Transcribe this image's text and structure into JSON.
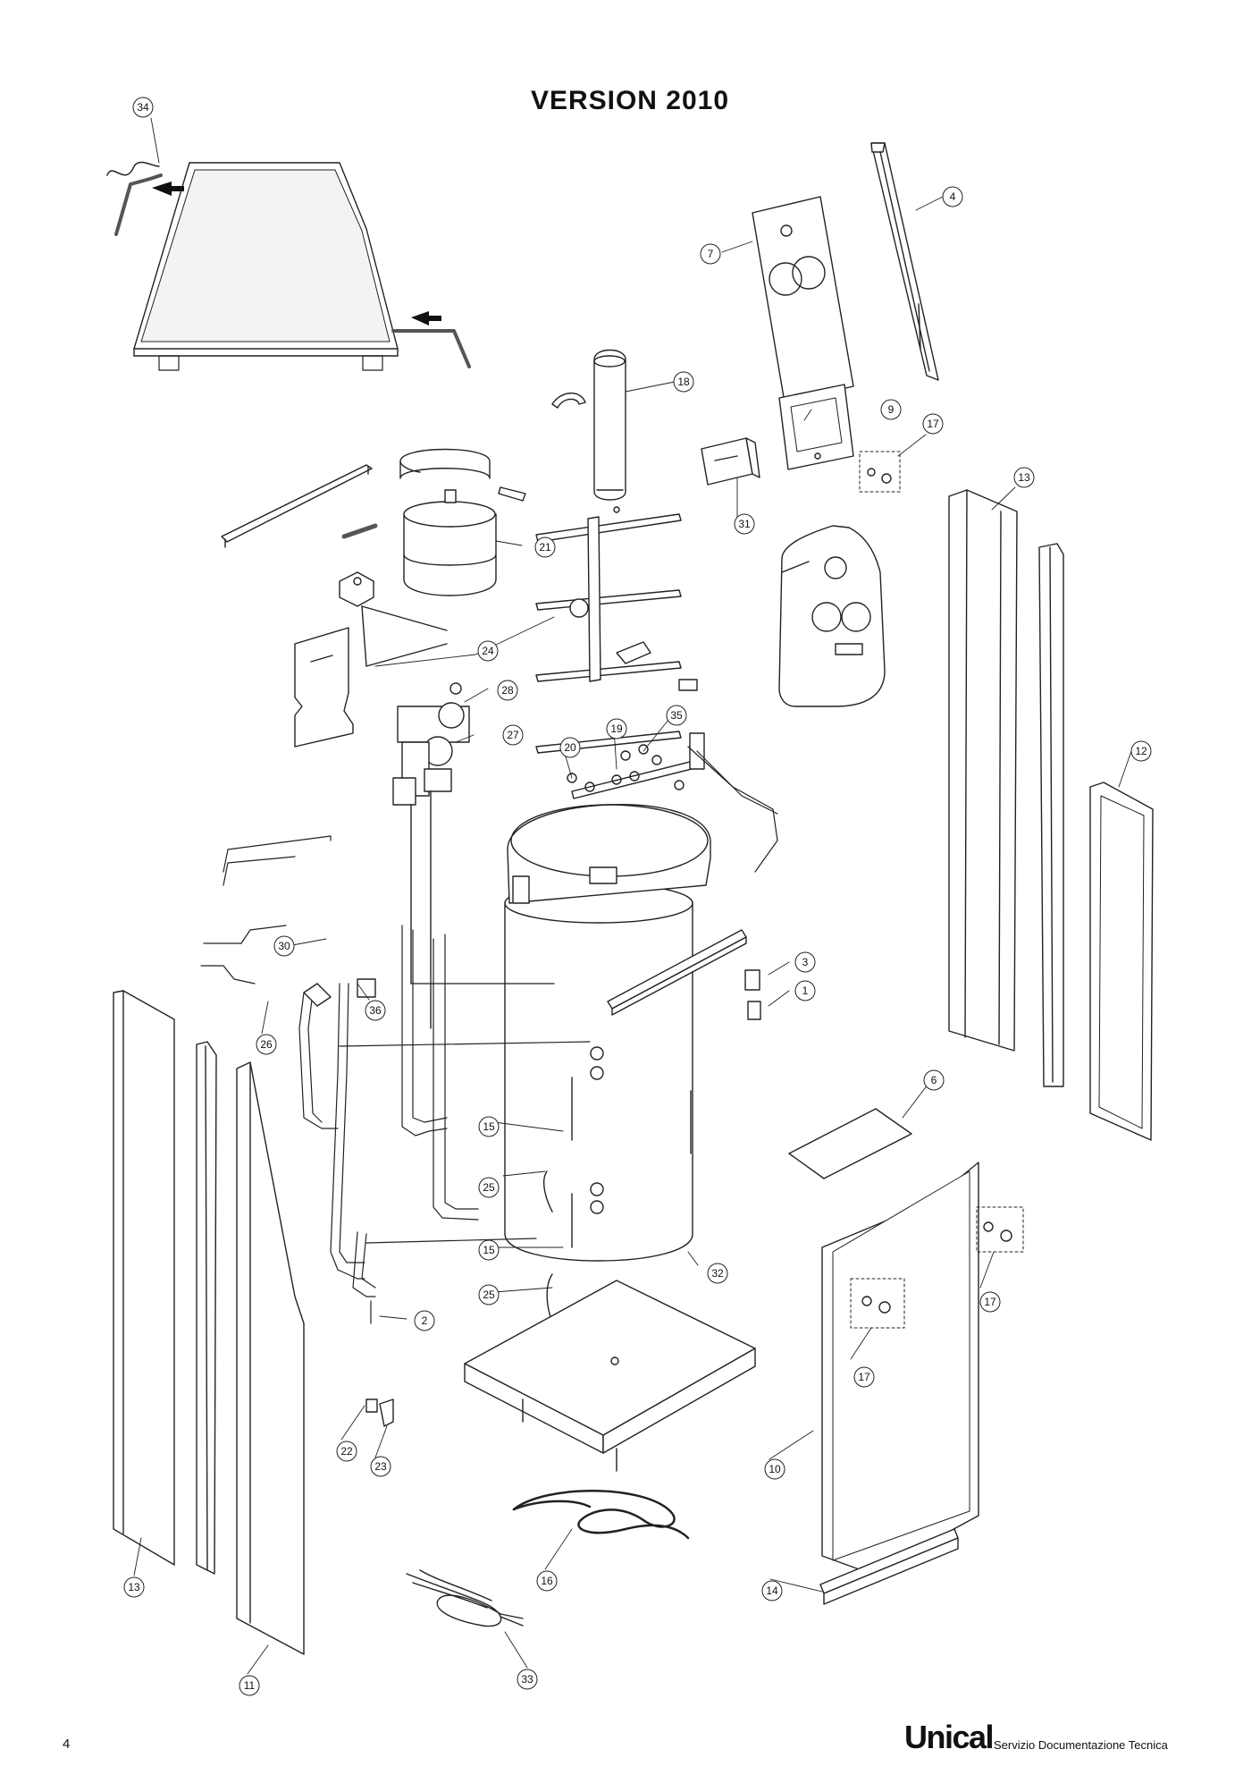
{
  "document": {
    "title": "VERSION  2010",
    "page_number": "4",
    "brand": "Unical",
    "brand_subtitle": "Servizio Documentazione Tecnica"
  },
  "callouts": [
    {
      "id": "c34",
      "label": "34"
    },
    {
      "id": "c4",
      "label": "4"
    },
    {
      "id": "c7",
      "label": "7"
    },
    {
      "id": "c18",
      "label": "18"
    },
    {
      "id": "c9",
      "label": "9"
    },
    {
      "id": "c17a",
      "label": "17"
    },
    {
      "id": "c13a",
      "label": "13"
    },
    {
      "id": "c31",
      "label": "31"
    },
    {
      "id": "c21",
      "label": "21"
    },
    {
      "id": "c24",
      "label": "24"
    },
    {
      "id": "c28",
      "label": "28"
    },
    {
      "id": "c27",
      "label": "27"
    },
    {
      "id": "c35",
      "label": "35"
    },
    {
      "id": "c19",
      "label": "19"
    },
    {
      "id": "c20",
      "label": "20"
    },
    {
      "id": "c12",
      "label": "12"
    },
    {
      "id": "c30",
      "label": "30"
    },
    {
      "id": "c3",
      "label": "3"
    },
    {
      "id": "c1",
      "label": "1"
    },
    {
      "id": "c36",
      "label": "36"
    },
    {
      "id": "c26",
      "label": "26"
    },
    {
      "id": "c6",
      "label": "6"
    },
    {
      "id": "c15a",
      "label": "15"
    },
    {
      "id": "c25a",
      "label": "25"
    },
    {
      "id": "c15b",
      "label": "15"
    },
    {
      "id": "c32",
      "label": "32"
    },
    {
      "id": "c25b",
      "label": "25"
    },
    {
      "id": "c17b",
      "label": "17"
    },
    {
      "id": "c17c",
      "label": "17"
    },
    {
      "id": "c2",
      "label": "2"
    },
    {
      "id": "c22",
      "label": "22"
    },
    {
      "id": "c23",
      "label": "23"
    },
    {
      "id": "c10",
      "label": "10"
    },
    {
      "id": "c13b",
      "label": "13"
    },
    {
      "id": "c16",
      "label": "16"
    },
    {
      "id": "c14",
      "label": "14"
    },
    {
      "id": "c11",
      "label": "11"
    },
    {
      "id": "c33",
      "label": "33"
    }
  ]
}
